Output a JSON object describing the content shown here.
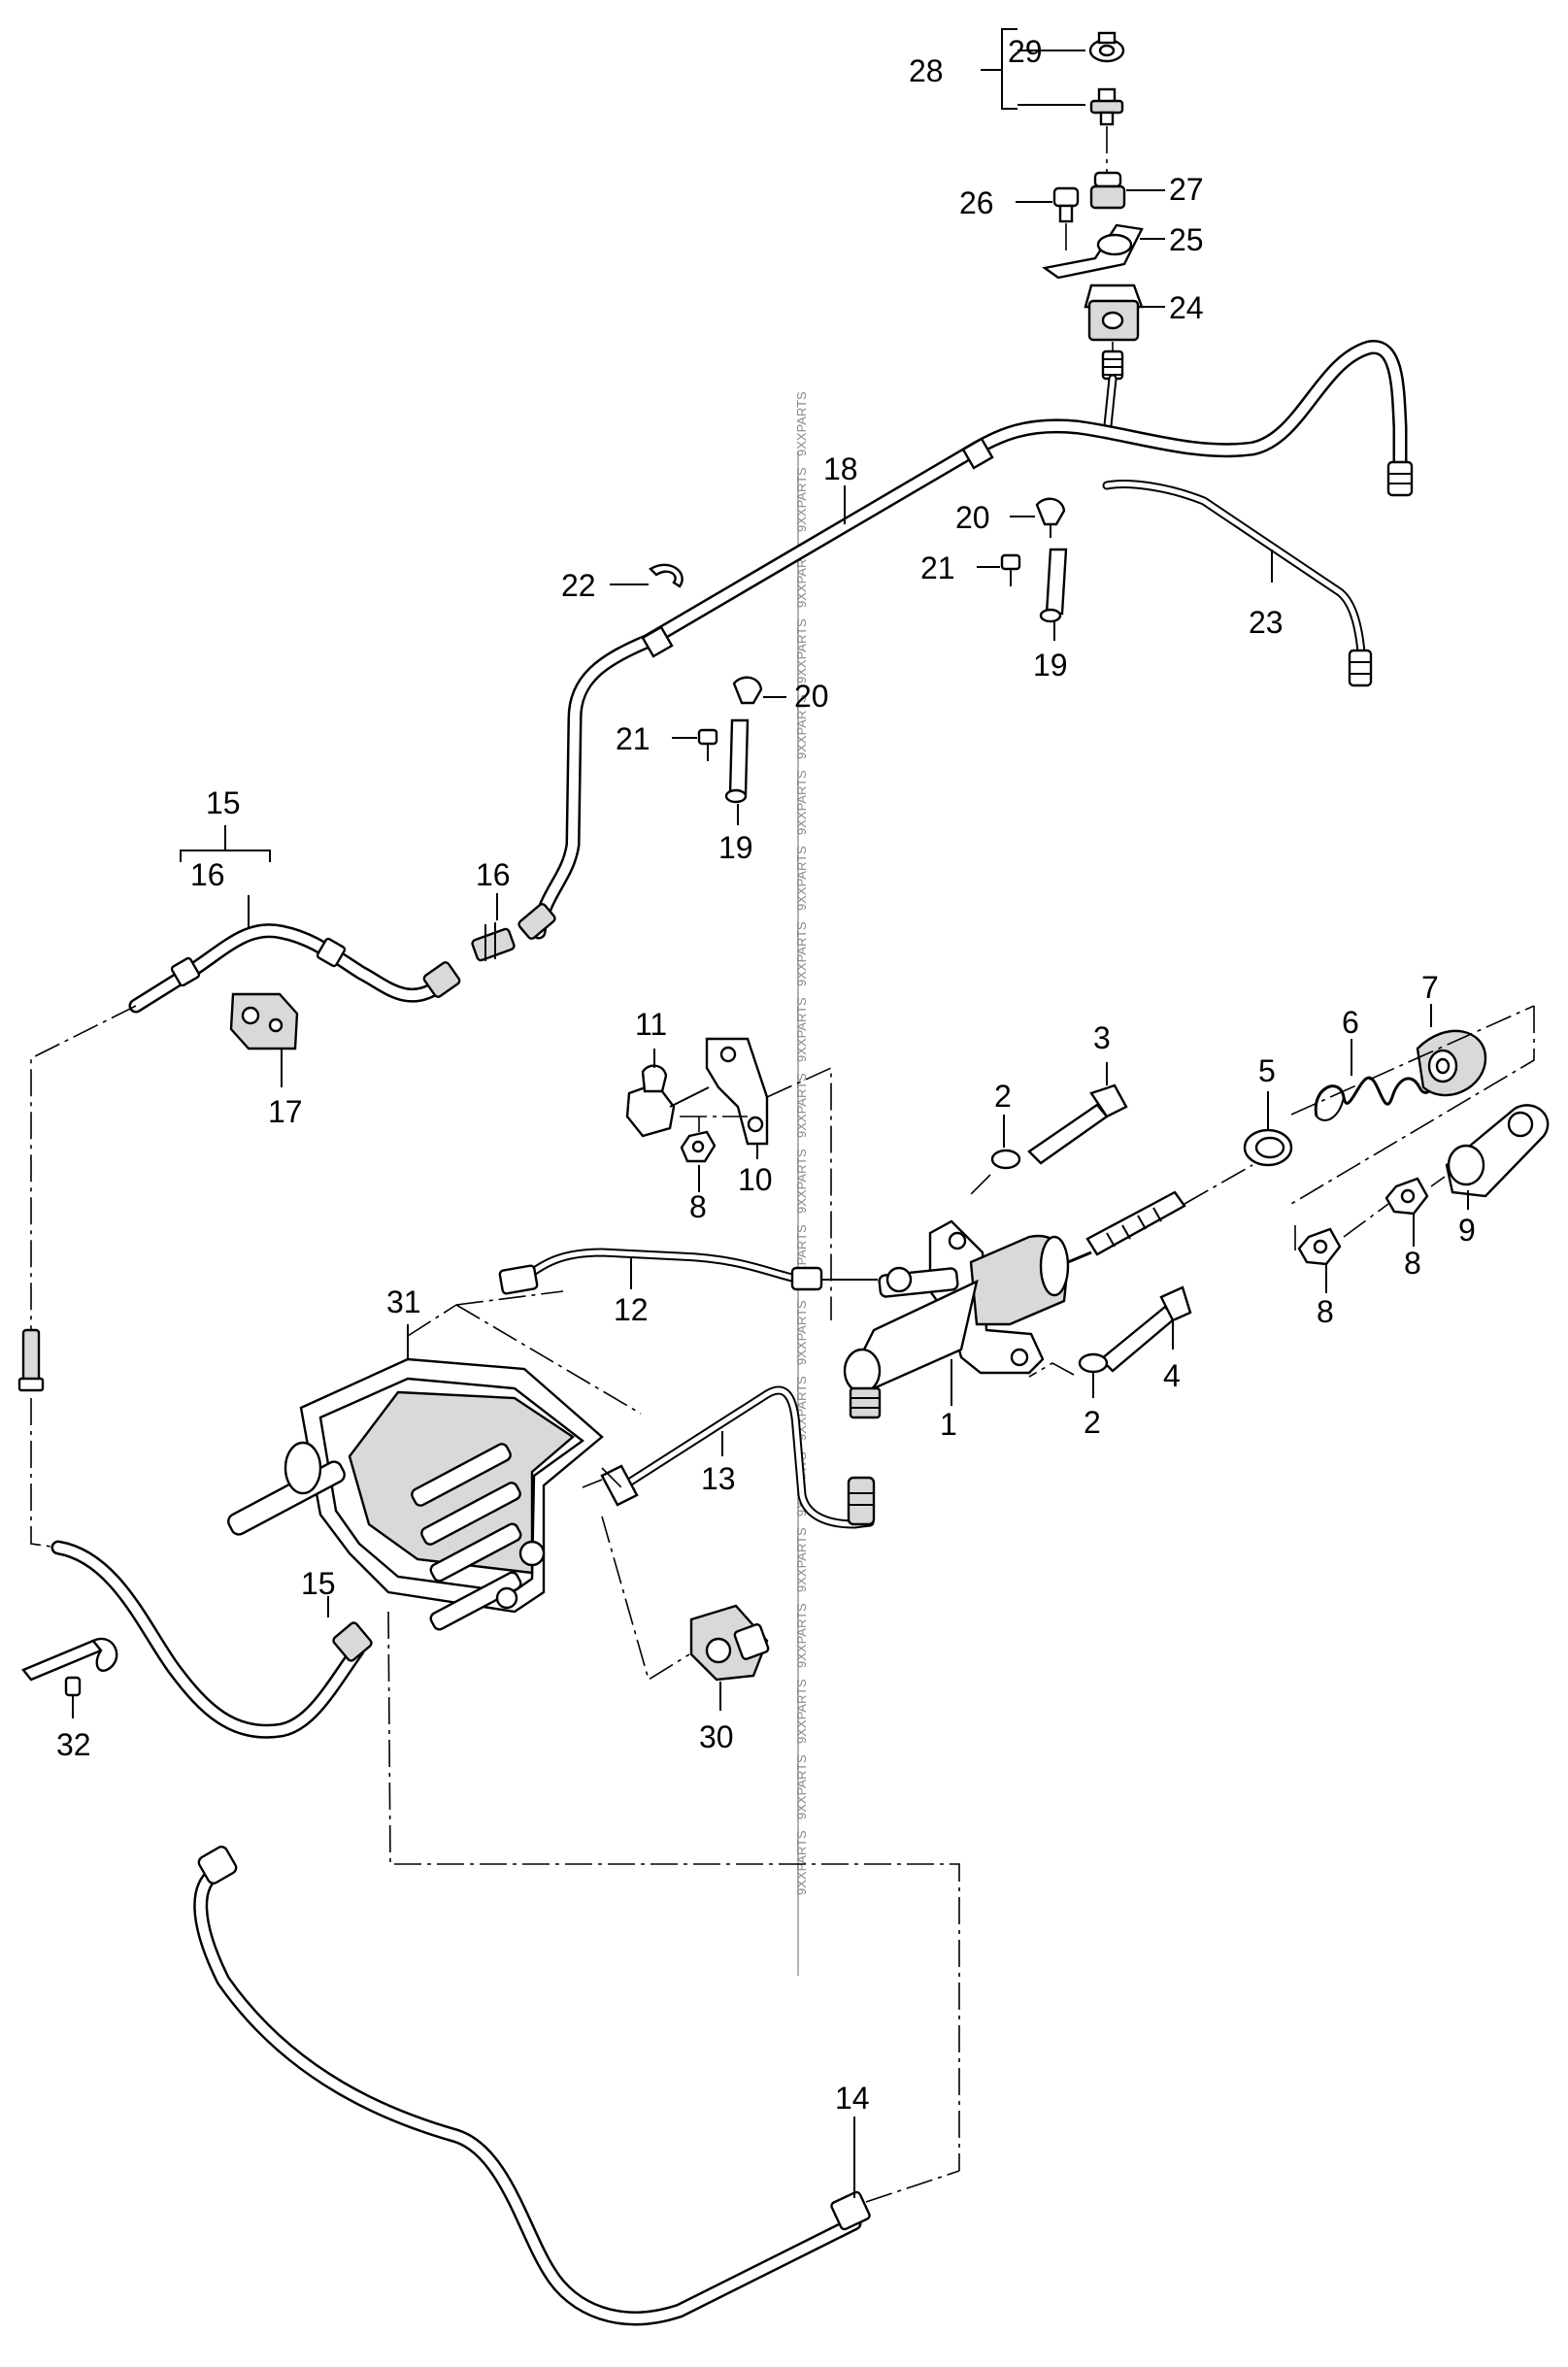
{
  "diagram": {
    "watermark": "9XXPARTS",
    "callouts": [
      "1",
      "2",
      "3",
      "4",
      "5",
      "6",
      "7",
      "8",
      "9",
      "10",
      "11",
      "12",
      "13",
      "14",
      "15",
      "16",
      "17",
      "18",
      "19",
      "20",
      "21",
      "22",
      "23",
      "24",
      "25",
      "26",
      "27",
      "28",
      "29",
      "30",
      "31",
      "32"
    ]
  }
}
